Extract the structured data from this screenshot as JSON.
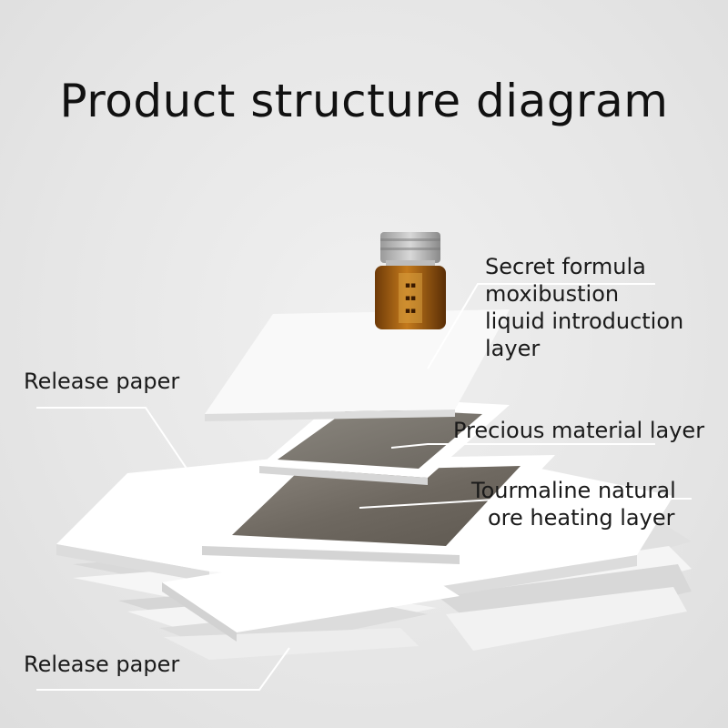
{
  "title": "Product structure diagram",
  "labels": {
    "secret_formula": [
      "Secret formula",
      "moxibustion",
      "liquid introduction",
      "layer"
    ],
    "release_paper_top": "Release paper",
    "precious_material": "Precious material layer",
    "tourmaline": [
      "Tourmaline natural",
      "ore heating layer"
    ],
    "release_paper_bottom": "Release paper"
  },
  "colors": {
    "text": "#1a1a1a",
    "paper": "#ffffff",
    "amber": "#b06a14",
    "metal": "#7a746c",
    "leader": "#ffffff"
  }
}
